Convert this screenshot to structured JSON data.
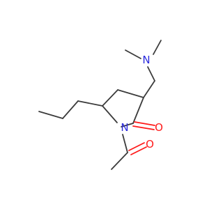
{
  "atoms": {
    "amine_n": {
      "symbol": "N",
      "color": "#2b2bdd"
    },
    "ring_n": {
      "symbol": "N",
      "color": "#2b2bdd"
    },
    "lactam_o": {
      "symbol": "O",
      "color": "#ff1a1a"
    },
    "acetyl_o": {
      "symbol": "O",
      "color": "#ff1a1a"
    }
  },
  "colors": {
    "bond": "#3b3b3b",
    "nitrogen": "#2b2bdd",
    "oxygen": "#ff1a1a",
    "background": "#ffffff"
  }
}
